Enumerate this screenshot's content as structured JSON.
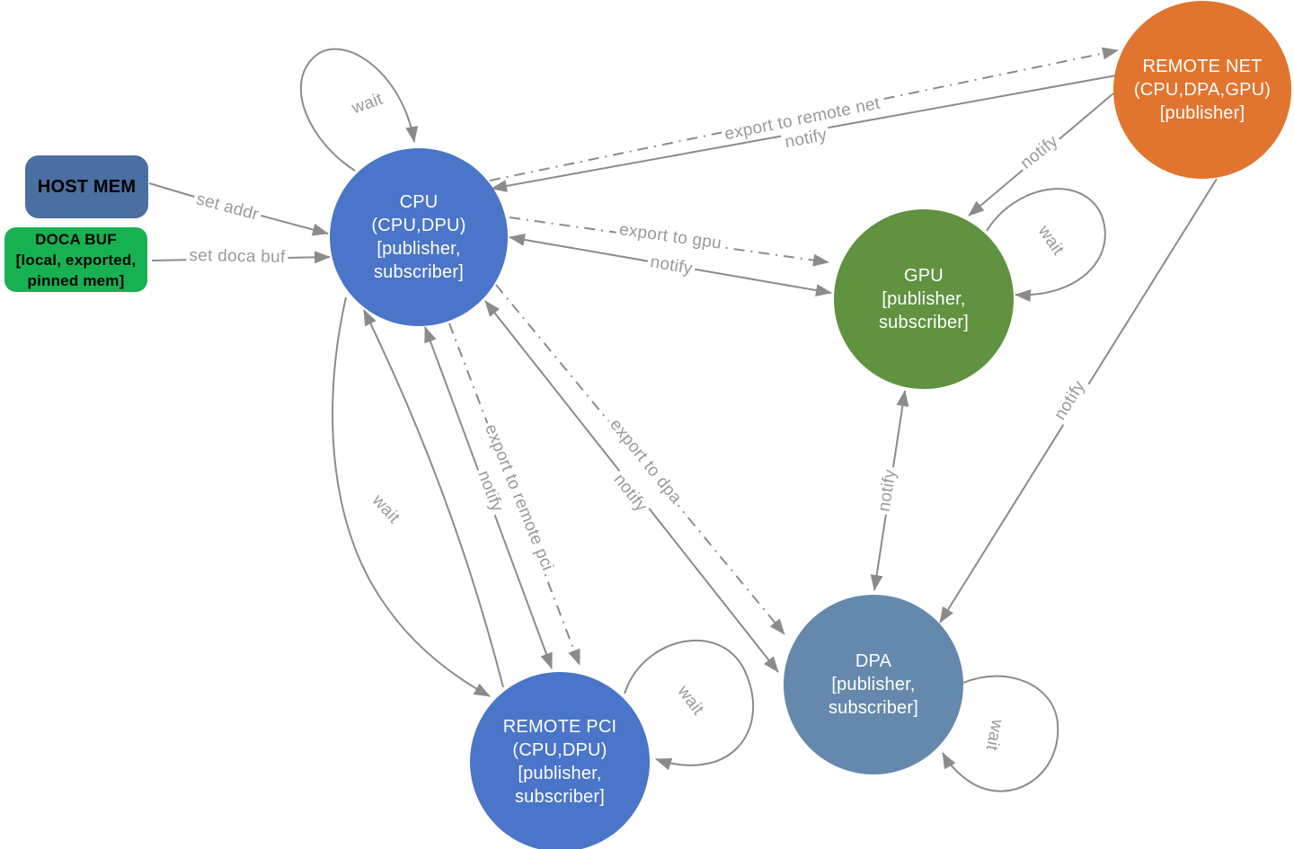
{
  "diagram": {
    "background": "#ffffff",
    "line_color": "#8b8b8b",
    "edge_label_color": "#999999",
    "nodes": {
      "host_mem": {
        "label": "HOST MEM",
        "color": "#4a6fa0",
        "shape": "rounded-rect",
        "text_color": "#000000"
      },
      "doca_buf": {
        "label": "DOCA BUF\n[local, exported,\npinned mem]",
        "color": "#17b152",
        "shape": "rounded-rect",
        "text_color": "#000000"
      },
      "cpu": {
        "label": "CPU\n(CPU,DPU)\n[publisher,\nsubscriber]",
        "color": "#4a75c8",
        "shape": "circle",
        "text_color": "#ffffff"
      },
      "remote_net": {
        "label": "REMOTE NET\n(CPU,DPA,GPU)\n[publisher]",
        "color": "#e1742e",
        "shape": "circle",
        "text_color": "#ffffff"
      },
      "gpu": {
        "label": "GPU\n[publisher,\nsubscriber]",
        "color": "#60923f",
        "shape": "circle",
        "text_color": "#ffffff"
      },
      "dpa": {
        "label": "DPA\n[publisher,\nsubscriber]",
        "color": "#6589ac",
        "shape": "circle",
        "text_color": "#ffffff"
      },
      "remote_pci": {
        "label": "REMOTE PCI\n(CPU,DPU)\n[publisher,\nsubscriber]",
        "color": "#4a75c8",
        "shape": "circle",
        "text_color": "#ffffff"
      }
    },
    "edges": {
      "set_addr": {
        "label": "set addr",
        "from": "host_mem",
        "to": "cpu",
        "style": "solid"
      },
      "set_doca_buf": {
        "label": "set doca buf",
        "from": "doca_buf",
        "to": "cpu",
        "style": "solid"
      },
      "cpu_wait": {
        "label": "wait",
        "from": "cpu",
        "to": "cpu",
        "style": "solid"
      },
      "export_to_remote_net": {
        "label": "export to remote net",
        "from": "cpu",
        "to": "remote_net",
        "style": "dash-dot"
      },
      "notify_remote_net_cpu": {
        "label": "notify",
        "from": "remote_net",
        "to": "cpu",
        "style": "solid"
      },
      "export_to_gpu": {
        "label": "export to gpu",
        "from": "cpu",
        "to": "gpu",
        "style": "dash-dot"
      },
      "notify_cpu_gpu": {
        "label": "notify",
        "from": "cpu",
        "to": "gpu",
        "style": "solid",
        "bidirectional": true
      },
      "export_to_dpa": {
        "label": "export to dpa",
        "from": "cpu",
        "to": "dpa",
        "style": "dash-dot"
      },
      "notify_cpu_dpa": {
        "label": "notify",
        "from": "cpu",
        "to": "dpa",
        "style": "solid",
        "bidirectional": true
      },
      "export_to_remote_pci": {
        "label": "export to remote pci",
        "from": "cpu",
        "to": "remote_pci",
        "style": "dash-dot"
      },
      "notify_cpu_remote_pci": {
        "label": "notify",
        "from": "cpu",
        "to": "remote_pci",
        "style": "solid",
        "bidirectional": true
      },
      "wait_cpu_remote_pci": {
        "label": "wait",
        "from": "cpu",
        "to": "remote_pci",
        "style": "solid",
        "bidirectional": true
      },
      "notify_remote_net_gpu": {
        "label": "notify",
        "from": "remote_net",
        "to": "gpu",
        "style": "solid"
      },
      "notify_remote_net_dpa": {
        "label": "notify",
        "from": "remote_net",
        "to": "dpa",
        "style": "solid"
      },
      "notify_gpu_dpa": {
        "label": "notify",
        "from": "gpu",
        "to": "dpa",
        "style": "solid",
        "bidirectional": true
      },
      "gpu_wait": {
        "label": "wait",
        "from": "gpu",
        "to": "gpu",
        "style": "solid"
      },
      "dpa_wait": {
        "label": "wait",
        "from": "dpa",
        "to": "dpa",
        "style": "solid"
      },
      "remote_pci_wait": {
        "label": "wait",
        "from": "remote_pci",
        "to": "remote_pci",
        "style": "solid"
      }
    }
  }
}
